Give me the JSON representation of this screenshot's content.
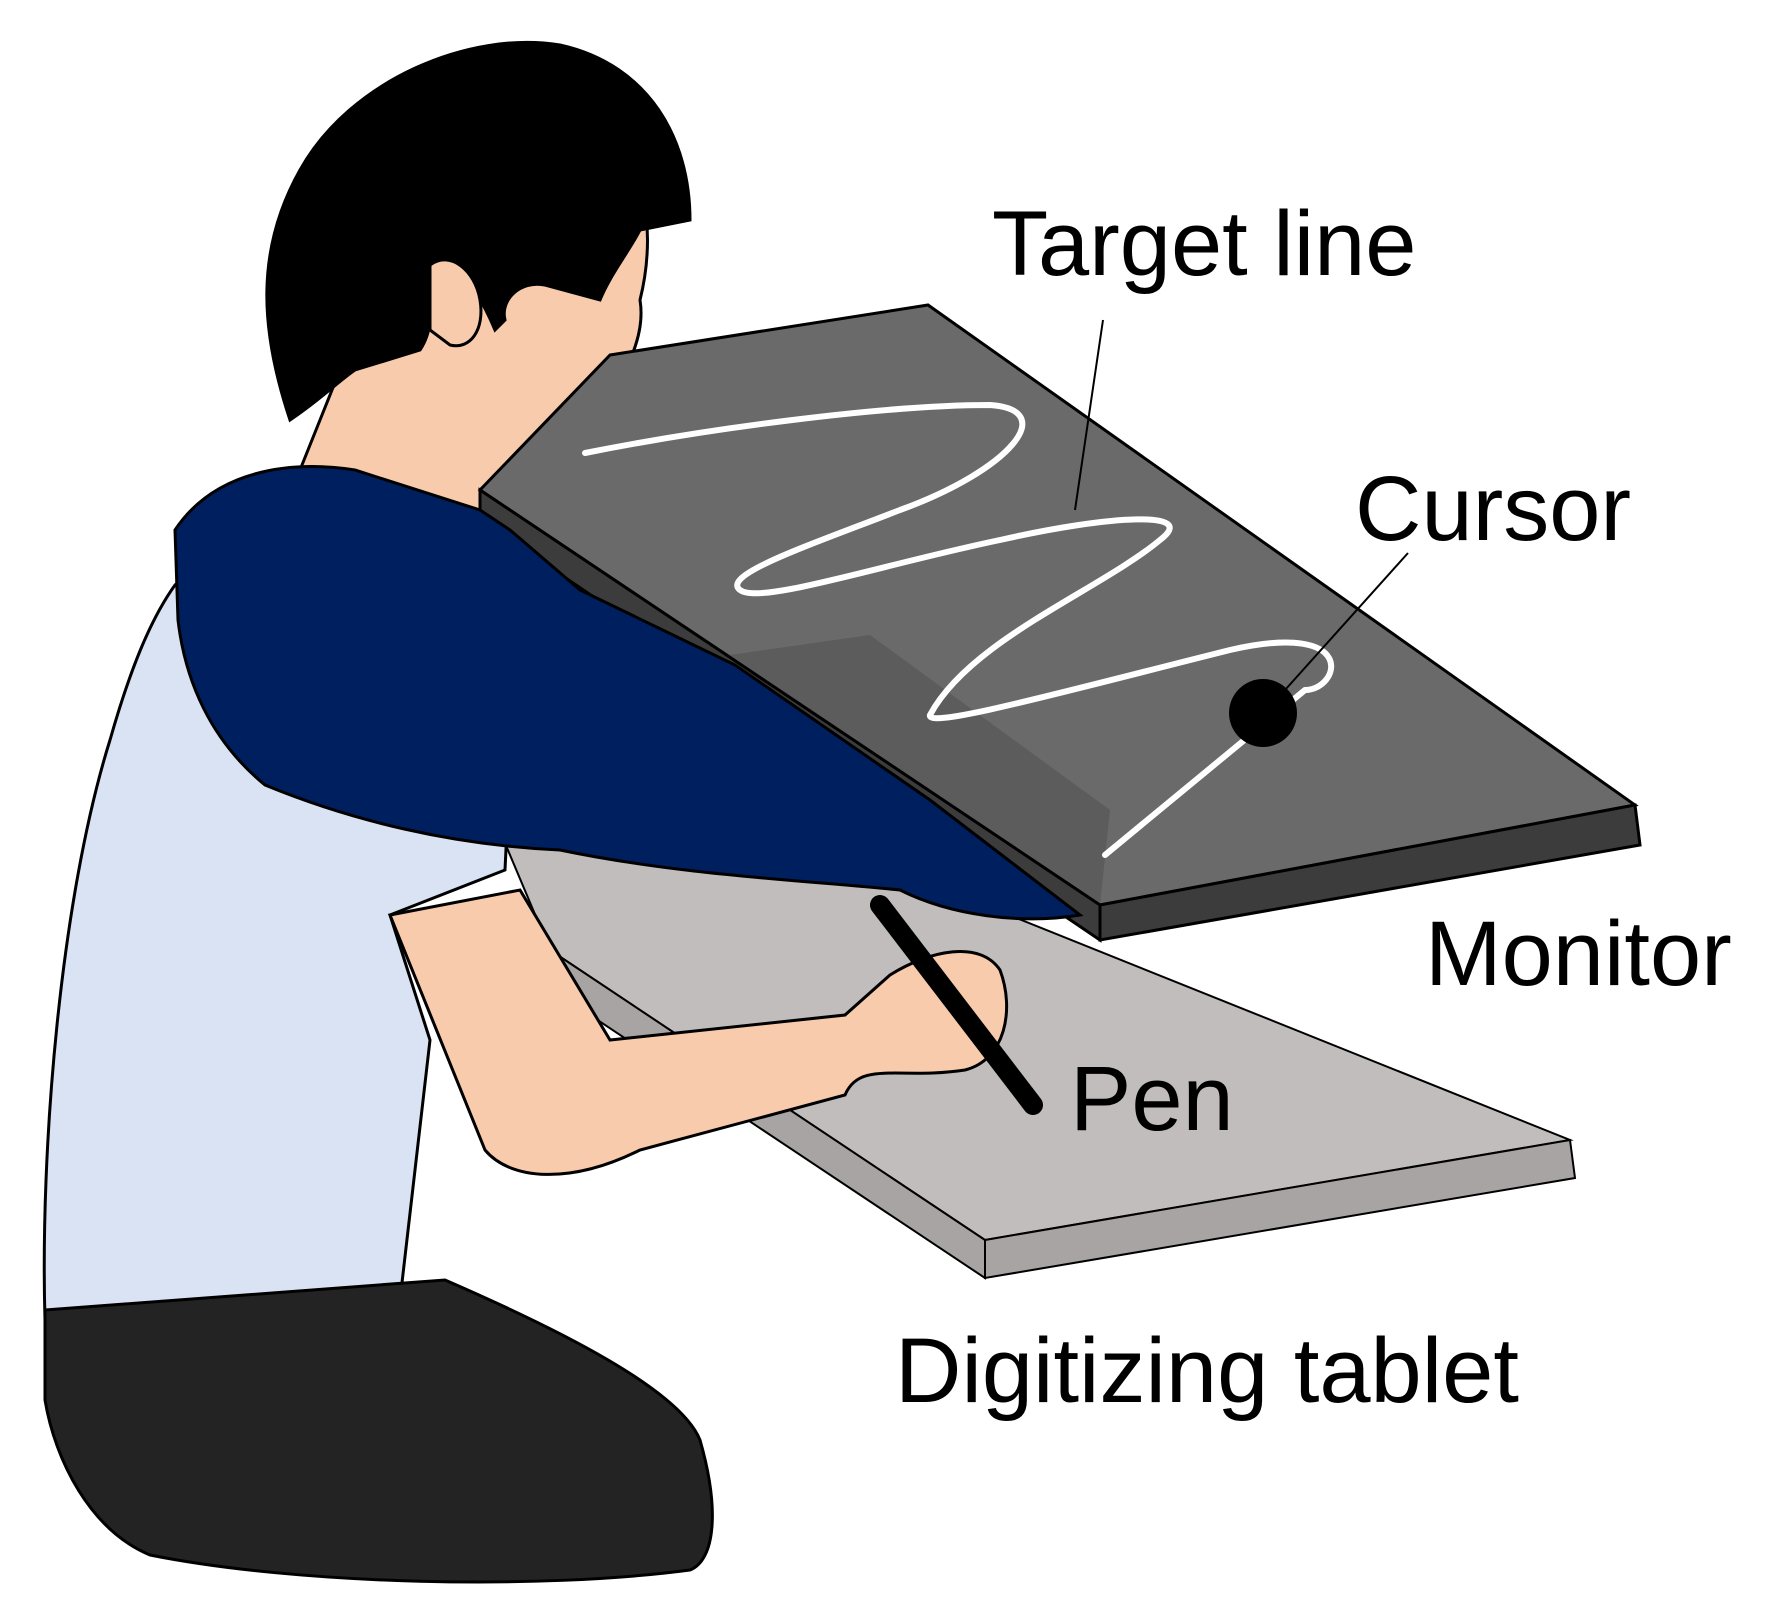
{
  "labels": {
    "target_line": "Target line",
    "cursor": "Cursor",
    "monitor": "Monitor",
    "pen": "Pen",
    "digitizing_tablet": "Digitizing tablet"
  },
  "colors": {
    "hair": "#000000",
    "skin": "#f7cbac",
    "shirt": "#d9e3f4",
    "sleeve": "#001f5f",
    "pants": "#232323",
    "monitor_screen": "#6a6a6a",
    "monitor_edge": "#3c3c3c",
    "monitor_see_through": "#595959",
    "tablet_top": "#c1bdbc",
    "tablet_edge": "#a7a4a3",
    "target_line": "#ffffff",
    "cursor": "#000000",
    "pen": "#000000"
  }
}
